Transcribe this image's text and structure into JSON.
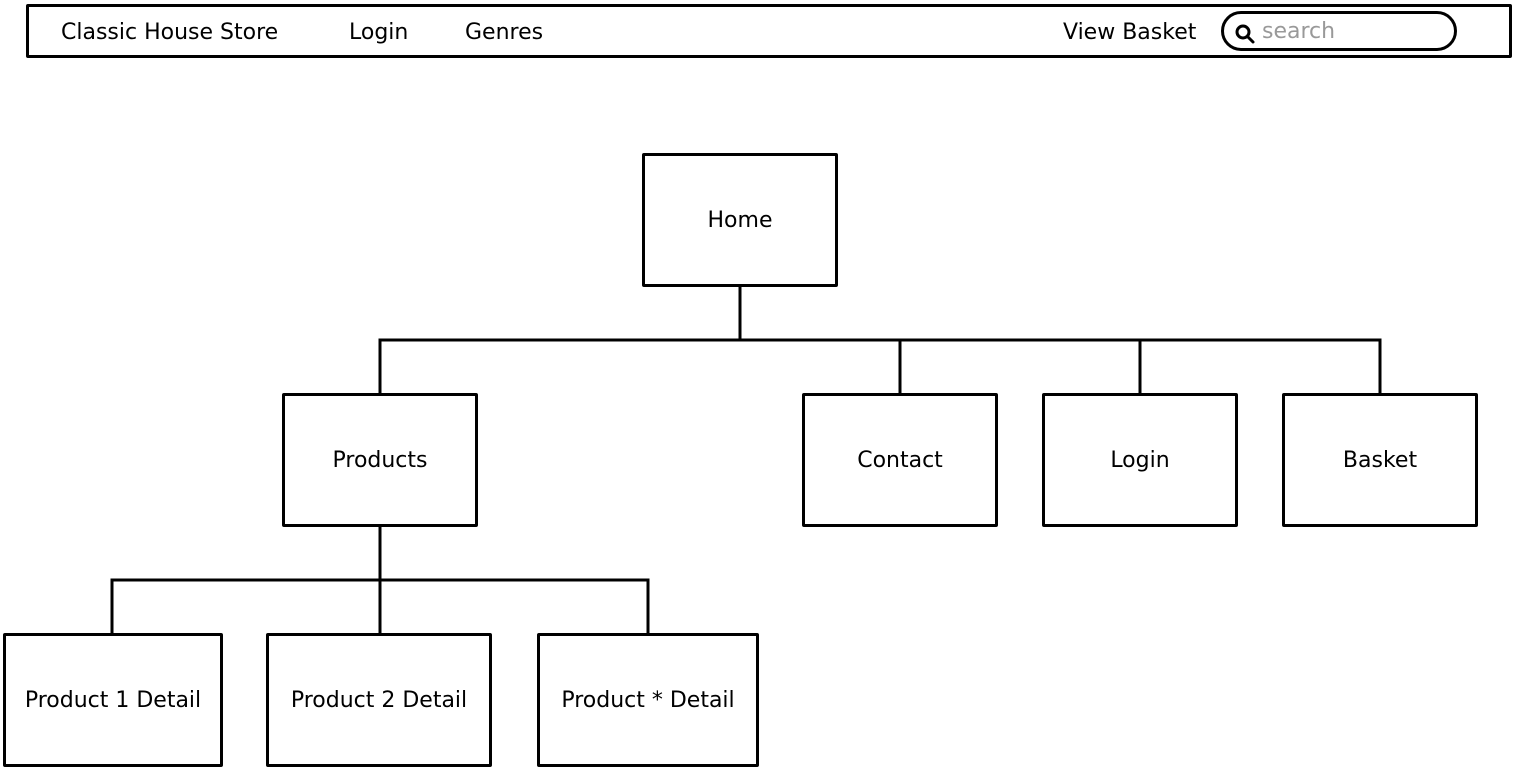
{
  "navbar": {
    "brand": "Classic House Store",
    "login": "Login",
    "genres": "Genres",
    "view_basket": "View Basket",
    "search_placeholder": "search"
  },
  "sitemap": {
    "home": "Home",
    "products": "Products",
    "contact": "Contact",
    "login": "Login",
    "basket": "Basket",
    "product_1": "Product 1 Detail",
    "product_2": "Product 2 Detail",
    "product_star": "Product * Detail"
  }
}
